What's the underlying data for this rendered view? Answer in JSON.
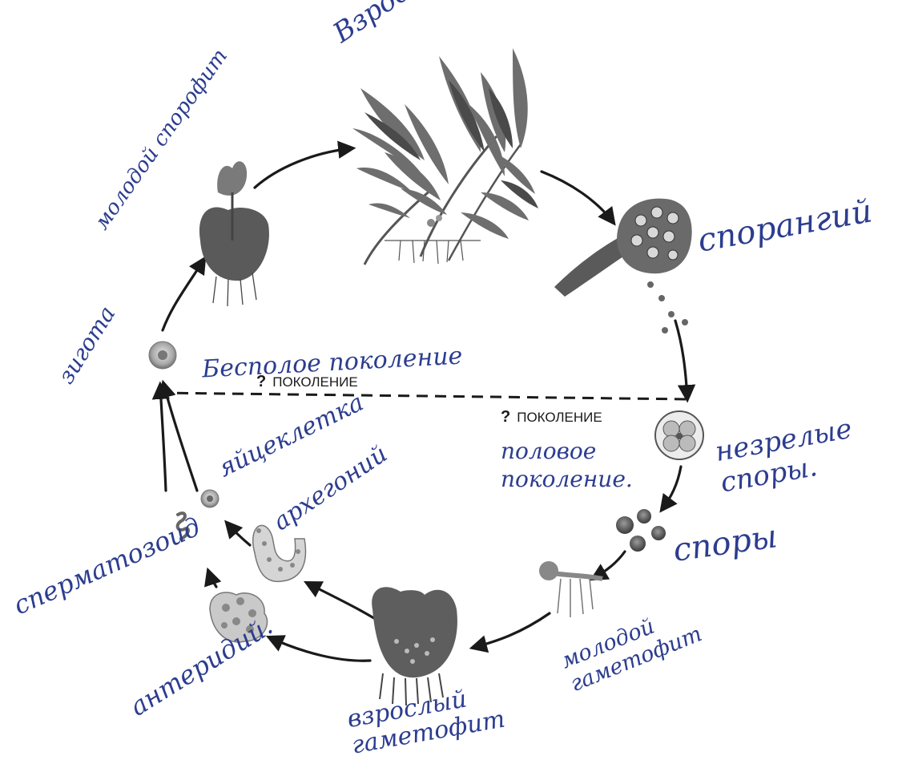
{
  "labels": {
    "adult_plant": "Взрослое растение",
    "young_sporophyte": "молодой спорофит",
    "sporangium": "спорангий",
    "zygote": "зигота",
    "asexual_handwritten": "Бесполое поколение",
    "asexual_printed": "ПОКОЛЕНИЕ",
    "sexual_printed": "ПОКОЛЕНИЕ",
    "sexual_handwritten": "половое поколение.",
    "immature_spores": "незрелые споры.",
    "spores": "споры",
    "young_gametophyte": "молодой гаметофит",
    "adult_gametophyte": "взрослый гаметофит",
    "antheridium": "антеридий.",
    "spermatozoid": "сперматозоид",
    "egg": "яйцеклетка",
    "archegonium": "архегоний",
    "question_mark": "?"
  },
  "colors": {
    "handwriting": "#2c3d8f",
    "print": "#1a1a1a",
    "arrow": "#1a1a1a",
    "illustration_dark": "#3a3a3a",
    "illustration_mid": "#7a7a7a",
    "illustration_light": "#c8c8c8"
  },
  "icons": [
    "fern-adult-plant-icon",
    "young-sporophyte-icon",
    "sporangium-icon",
    "zygote-icon",
    "immature-spore-icon",
    "spores-icon",
    "young-gametophyte-icon",
    "adult-gametophyte-icon",
    "antheridium-icon",
    "spermatozoid-icon",
    "egg-icon",
    "archegonium-icon"
  ]
}
